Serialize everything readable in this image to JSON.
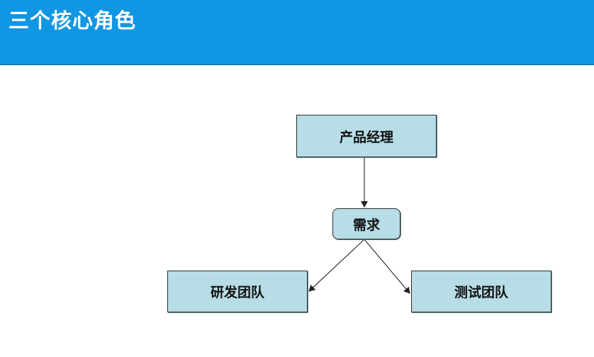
{
  "slide": {
    "title": "三个核心角色",
    "header_color": "#1196e3"
  },
  "diagram": {
    "node_fill": "#b7dde6",
    "nodes": {
      "product_manager": "产品经理",
      "requirement": "需求",
      "dev_team": "研发团队",
      "qa_team": "测试团队"
    }
  }
}
